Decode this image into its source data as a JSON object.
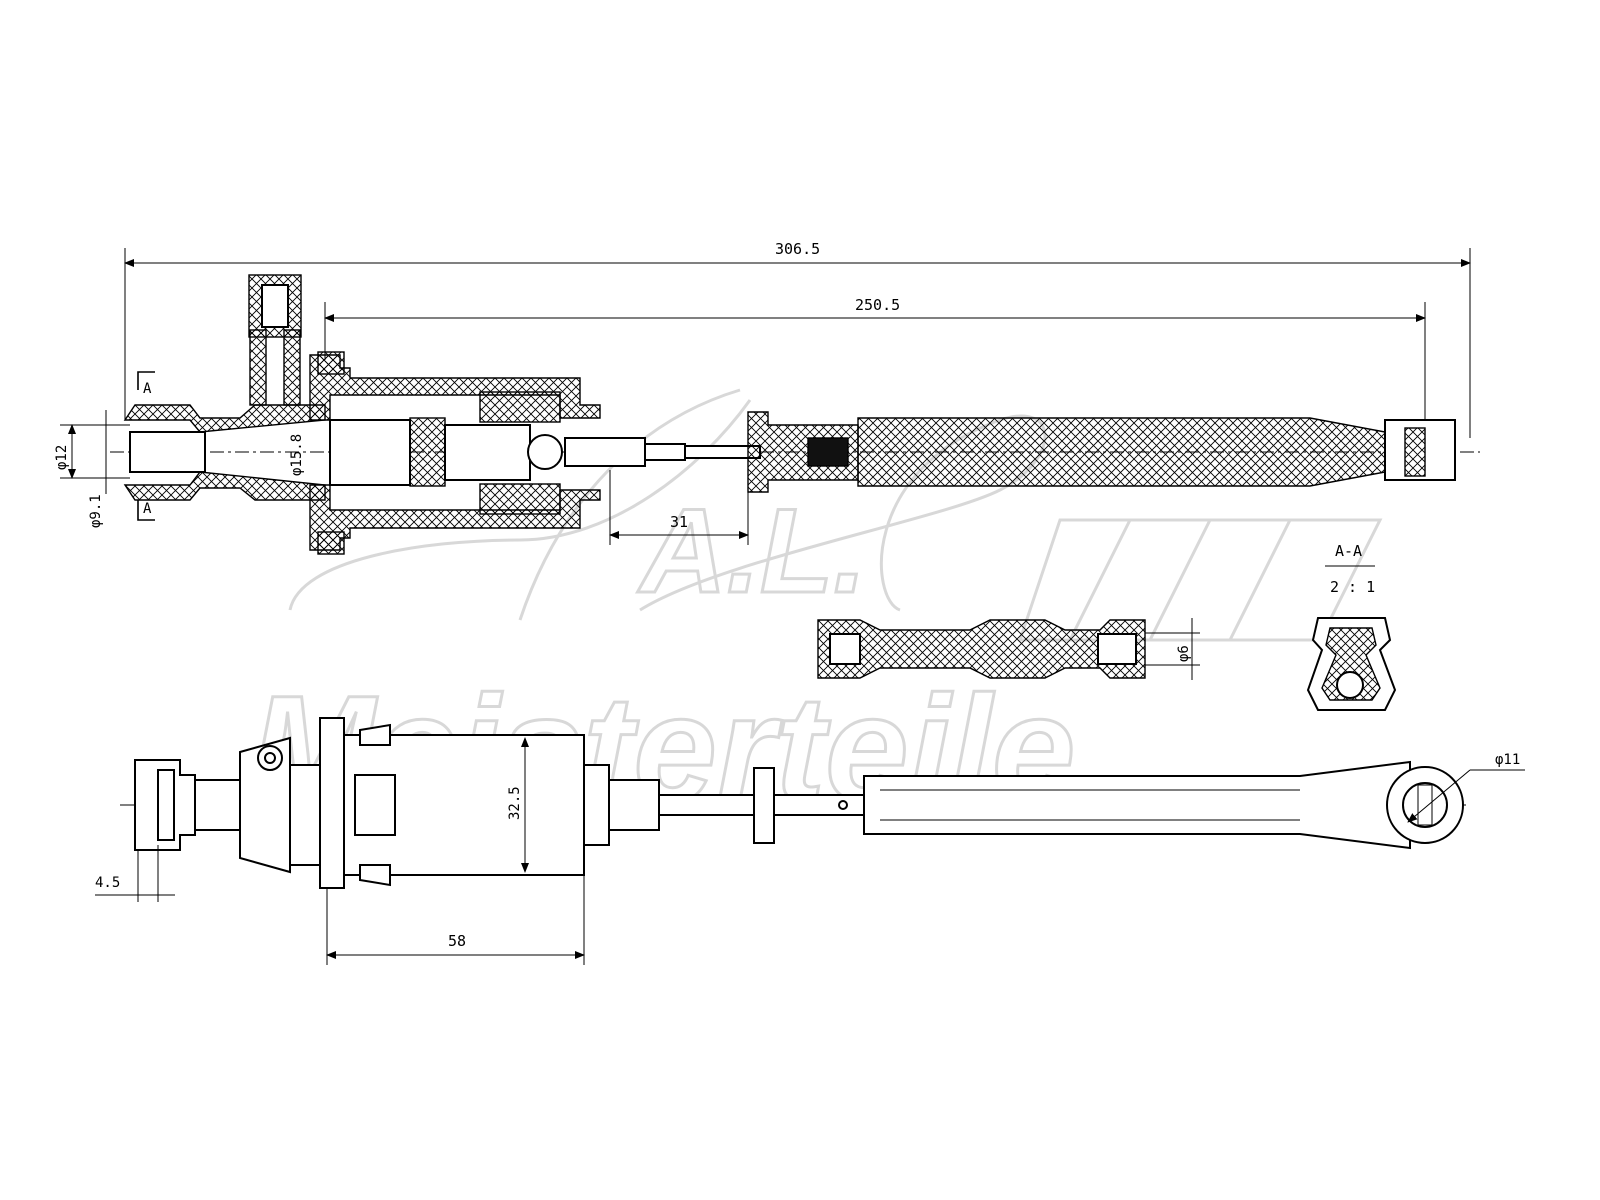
{
  "watermark": {
    "logo_text": "A.L.",
    "brand_text": "Meisterteile"
  },
  "dimensions": {
    "overall_length": "306.5",
    "rod_length": "250.5",
    "stroke": "31",
    "outlet_dia": "φ12",
    "outlet_inner_dia": "φ9.1",
    "bore_dia": "φ15.8",
    "boot_dia": "φ6",
    "eye_dia": "φ11",
    "body_dia": "32.5",
    "flange_offset": "4.5",
    "body_length": "58"
  },
  "section": {
    "marker": "A",
    "title": "A-A",
    "scale": "2 : 1"
  }
}
